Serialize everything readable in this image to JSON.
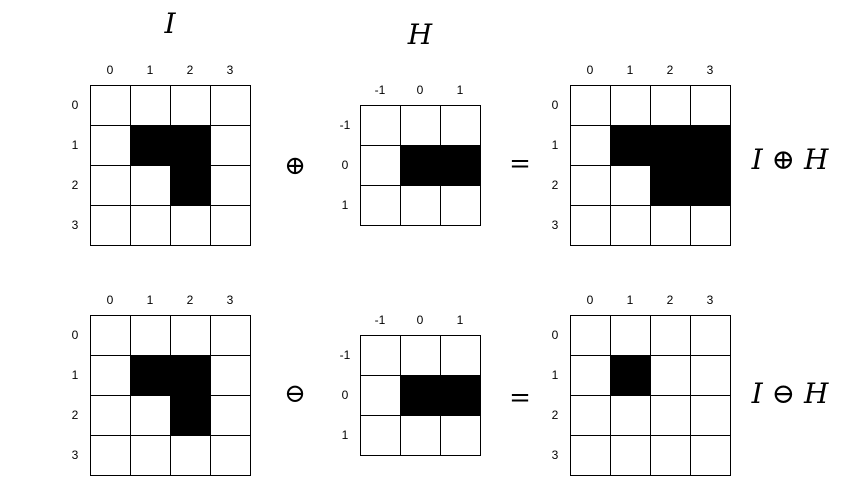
{
  "labels": {
    "image": "I",
    "kernel": "H",
    "dilation_result": "I ⊕ H",
    "erosion_result": "I ⊖ H"
  },
  "symbols": {
    "dilate": "⊕",
    "erode": "⊖",
    "equals": "="
  },
  "colors": {
    "filled": "#000000",
    "empty": "#ffffff",
    "grid_line": "#000000"
  },
  "rows": [
    {
      "name": "dilation",
      "operator": "dilate",
      "input": {
        "col_labels": [
          "0",
          "1",
          "2",
          "3"
        ],
        "row_labels": [
          "0",
          "1",
          "2",
          "3"
        ],
        "cells": [
          [
            0,
            0,
            0,
            0
          ],
          [
            0,
            1,
            1,
            0
          ],
          [
            0,
            0,
            1,
            0
          ],
          [
            0,
            0,
            0,
            0
          ]
        ]
      },
      "kernel": {
        "col_labels": [
          "-1",
          "0",
          "1"
        ],
        "row_labels": [
          "-1",
          "0",
          "1"
        ],
        "cells": [
          [
            0,
            0,
            0
          ],
          [
            0,
            1,
            1
          ],
          [
            0,
            0,
            0
          ]
        ]
      },
      "output": {
        "col_labels": [
          "0",
          "1",
          "2",
          "3"
        ],
        "row_labels": [
          "0",
          "1",
          "2",
          "3"
        ],
        "cells": [
          [
            0,
            0,
            0,
            0
          ],
          [
            0,
            1,
            1,
            1
          ],
          [
            0,
            0,
            1,
            1
          ],
          [
            0,
            0,
            0,
            0
          ]
        ]
      }
    },
    {
      "name": "erosion",
      "operator": "erode",
      "input": {
        "col_labels": [
          "0",
          "1",
          "2",
          "3"
        ],
        "row_labels": [
          "0",
          "1",
          "2",
          "3"
        ],
        "cells": [
          [
            0,
            0,
            0,
            0
          ],
          [
            0,
            1,
            1,
            0
          ],
          [
            0,
            0,
            1,
            0
          ],
          [
            0,
            0,
            0,
            0
          ]
        ]
      },
      "kernel": {
        "col_labels": [
          "-1",
          "0",
          "1"
        ],
        "row_labels": [
          "-1",
          "0",
          "1"
        ],
        "cells": [
          [
            0,
            0,
            0
          ],
          [
            0,
            1,
            1
          ],
          [
            0,
            0,
            0
          ]
        ]
      },
      "output": {
        "col_labels": [
          "0",
          "1",
          "2",
          "3"
        ],
        "row_labels": [
          "0",
          "1",
          "2",
          "3"
        ],
        "cells": [
          [
            0,
            0,
            0,
            0
          ],
          [
            0,
            1,
            0,
            0
          ],
          [
            0,
            0,
            0,
            0
          ],
          [
            0,
            0,
            0,
            0
          ]
        ]
      }
    }
  ]
}
